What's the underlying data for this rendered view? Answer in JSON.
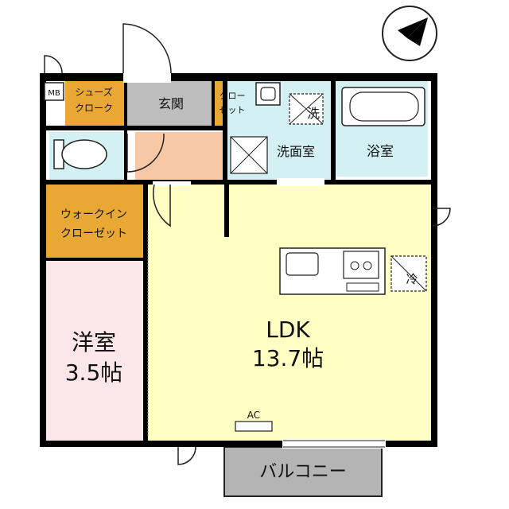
{
  "rooms": {
    "ldk": {
      "name": "LDK",
      "size": "13.7帖"
    },
    "western": {
      "name": "洋室",
      "size": "3.5帖"
    },
    "entrance": "玄関",
    "shoes_closet_line1": "シューズ",
    "shoes_closet_line2": "クローク",
    "closet_line1": "クロー",
    "closet_line2": "ゼット",
    "washroom": "洗面室",
    "bathroom": "浴室",
    "walkin_line1": "ウォークイン",
    "walkin_line2": "クローゼット",
    "balcony": "バルコニー"
  },
  "symbols": {
    "mb": "MB",
    "ac": "AC",
    "washer": "洗",
    "fridge": "冷"
  },
  "colors": {
    "ldk": "#ffffc4",
    "western": "#fbe6ea",
    "closets": "#e8a833",
    "entrance": "#bdbdbd",
    "corridor": "#f7c8a6",
    "wet_areas": "#d4f0f2",
    "balcony": "#b4b4b4"
  }
}
